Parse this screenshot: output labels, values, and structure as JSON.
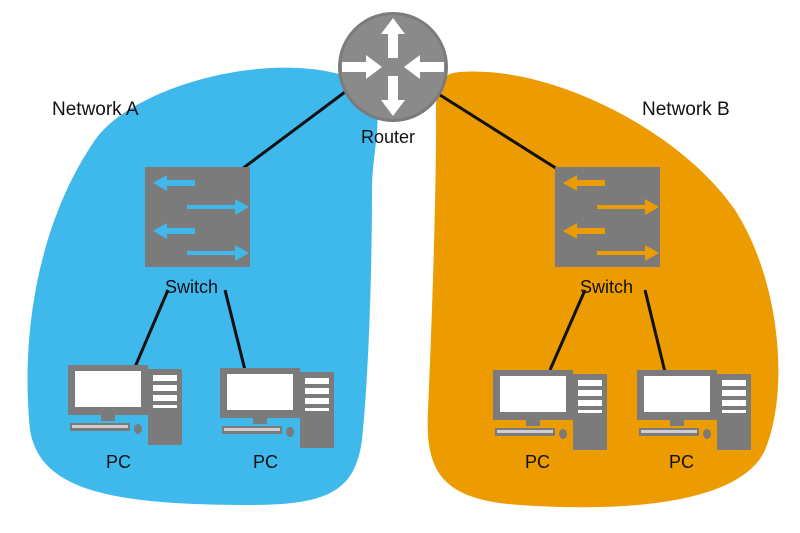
{
  "colors": {
    "network_a": "#3fb8ec",
    "network_b": "#ec9c00",
    "device": "#7b7b7b",
    "link": "#111111",
    "label_text": "#111111"
  },
  "networks": [
    {
      "label": "Network A",
      "color_key": "network_a"
    },
    {
      "label": "Network B",
      "color_key": "network_b"
    }
  ],
  "router": {
    "label": "Router",
    "icon": "router-icon"
  },
  "switches": [
    {
      "label": "Switch",
      "network": "Network A",
      "icon": "switch-icon"
    },
    {
      "label": "Switch",
      "network": "Network B",
      "icon": "switch-icon"
    }
  ],
  "pcs": [
    {
      "label": "PC",
      "network": "Network A",
      "icon": "desktop-pc-icon"
    },
    {
      "label": "PC",
      "network": "Network A",
      "icon": "desktop-pc-icon"
    },
    {
      "label": "PC",
      "network": "Network B",
      "icon": "desktop-pc-icon"
    },
    {
      "label": "PC",
      "network": "Network B",
      "icon": "desktop-pc-icon"
    }
  ]
}
